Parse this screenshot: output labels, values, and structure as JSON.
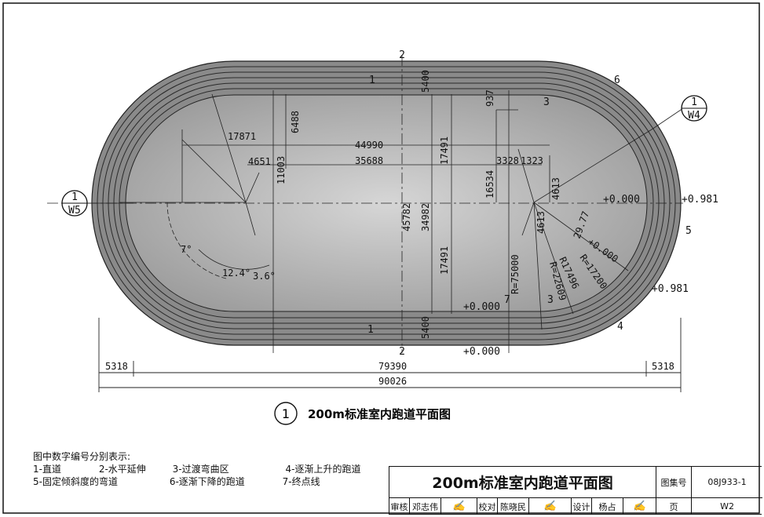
{
  "drawing": {
    "section_labels": {
      "s1_top": "1",
      "s1_bottom": "1",
      "s2_top": "2",
      "s2_bottom": "2",
      "s3_top": "3",
      "s3_bottom": "3",
      "s4": "4",
      "s5": "5",
      "s6": "6",
      "s7": "7"
    },
    "dims": {
      "d17871": "17871",
      "d4651": "4651",
      "d6488": "6488",
      "d11003": "11003",
      "d44990": "44990",
      "d35688": "35688",
      "d5400_top": "5400",
      "d5400_bottom": "5400",
      "d17491_top": "17491",
      "d17491_bottom": "17491",
      "d45782": "45782",
      "d34982": "34982",
      "d937": "937",
      "d3328": "3328",
      "d1323": "1323",
      "d16534": "16534",
      "d4613a": "4613",
      "d4613b": "4613",
      "d7077": "29.77",
      "dR75000": "R=75000",
      "dR17200": "R=17200",
      "dR17496": "R17496",
      "dR22609": "R=22609",
      "d5318_left": "5318",
      "d79390": "79390",
      "d5318_right": "5318",
      "d90026": "90026"
    },
    "angles": {
      "a1": "7°",
      "a2": "12.4°",
      "a3": "3.6°"
    },
    "elevations": {
      "e1": "+0.000",
      "e2": "+0.981",
      "e3": "+0.000",
      "e4": "+0.981",
      "e5": "+0.000",
      "e6": "+0.000"
    },
    "callouts": {
      "w4_num": "1",
      "w4_ref": "W4",
      "w5_num": "1",
      "w5_ref": "W5"
    },
    "figure_num": "1",
    "figure_title": "200m标准室内跑道平面图"
  },
  "notes": {
    "heading": "图中数字编号分别表示:",
    "items": [
      "1-直道",
      "2-水平延伸",
      "3-过渡弯曲区",
      "4-逐渐上升的跑道",
      "5-固定倾斜度的弯道",
      "6-逐渐下降的跑道",
      "7-终点线"
    ]
  },
  "title_block": {
    "title": "200m标准室内跑道平面图",
    "atlas_label": "图集号",
    "atlas_value": "08J933-1",
    "review_label": "审核",
    "review_name": "邓志伟",
    "check_label": "校对",
    "check_name": "陈晓民",
    "design_label": "设计",
    "design_name": "杨占",
    "page_label": "页",
    "page_value": "W2"
  }
}
